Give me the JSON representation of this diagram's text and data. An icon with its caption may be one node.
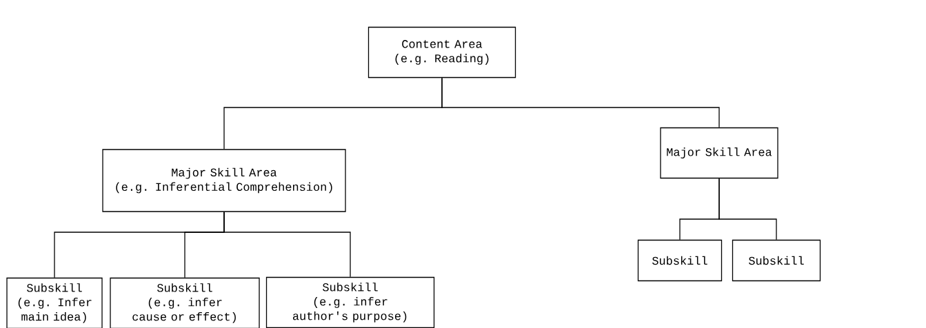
{
  "diagram": {
    "nodes": [
      {
        "text": [
          "Content Area",
          "(e.g. Reading)"
        ]
      },
      {
        "text": [
          "Major Skill Area",
          "(e.g. Inferential Comprehension)"
        ]
      },
      {
        "text": [
          "Major Skill Area"
        ]
      },
      {
        "text": [
          "Subskill",
          "(e.g. Infer main idea)"
        ]
      },
      {
        "text": [
          "Subskill",
          "(e.g. infer cause or effect)"
        ]
      },
      {
        "text": [
          "Subskill",
          "(e.g. infer author's purpose)"
        ]
      },
      {
        "text": [
          "Subskill"
        ]
      },
      {
        "text": [
          "Subskill"
        ]
      }
    ],
    "edges": [
      {
        "from": 0,
        "to": 1,
        "arrow": "none"
      },
      {
        "from": 0,
        "to": 2,
        "arrow": "none"
      },
      {
        "from": 1,
        "to": 3,
        "arrow": "none"
      },
      {
        "from": 1,
        "to": 4,
        "arrow": "none"
      },
      {
        "from": 1,
        "to": 5,
        "arrow": "none"
      },
      {
        "from": 2,
        "to": 6,
        "arrow": "none"
      },
      {
        "from": 2,
        "to": 7,
        "arrow": "none"
      }
    ]
  }
}
